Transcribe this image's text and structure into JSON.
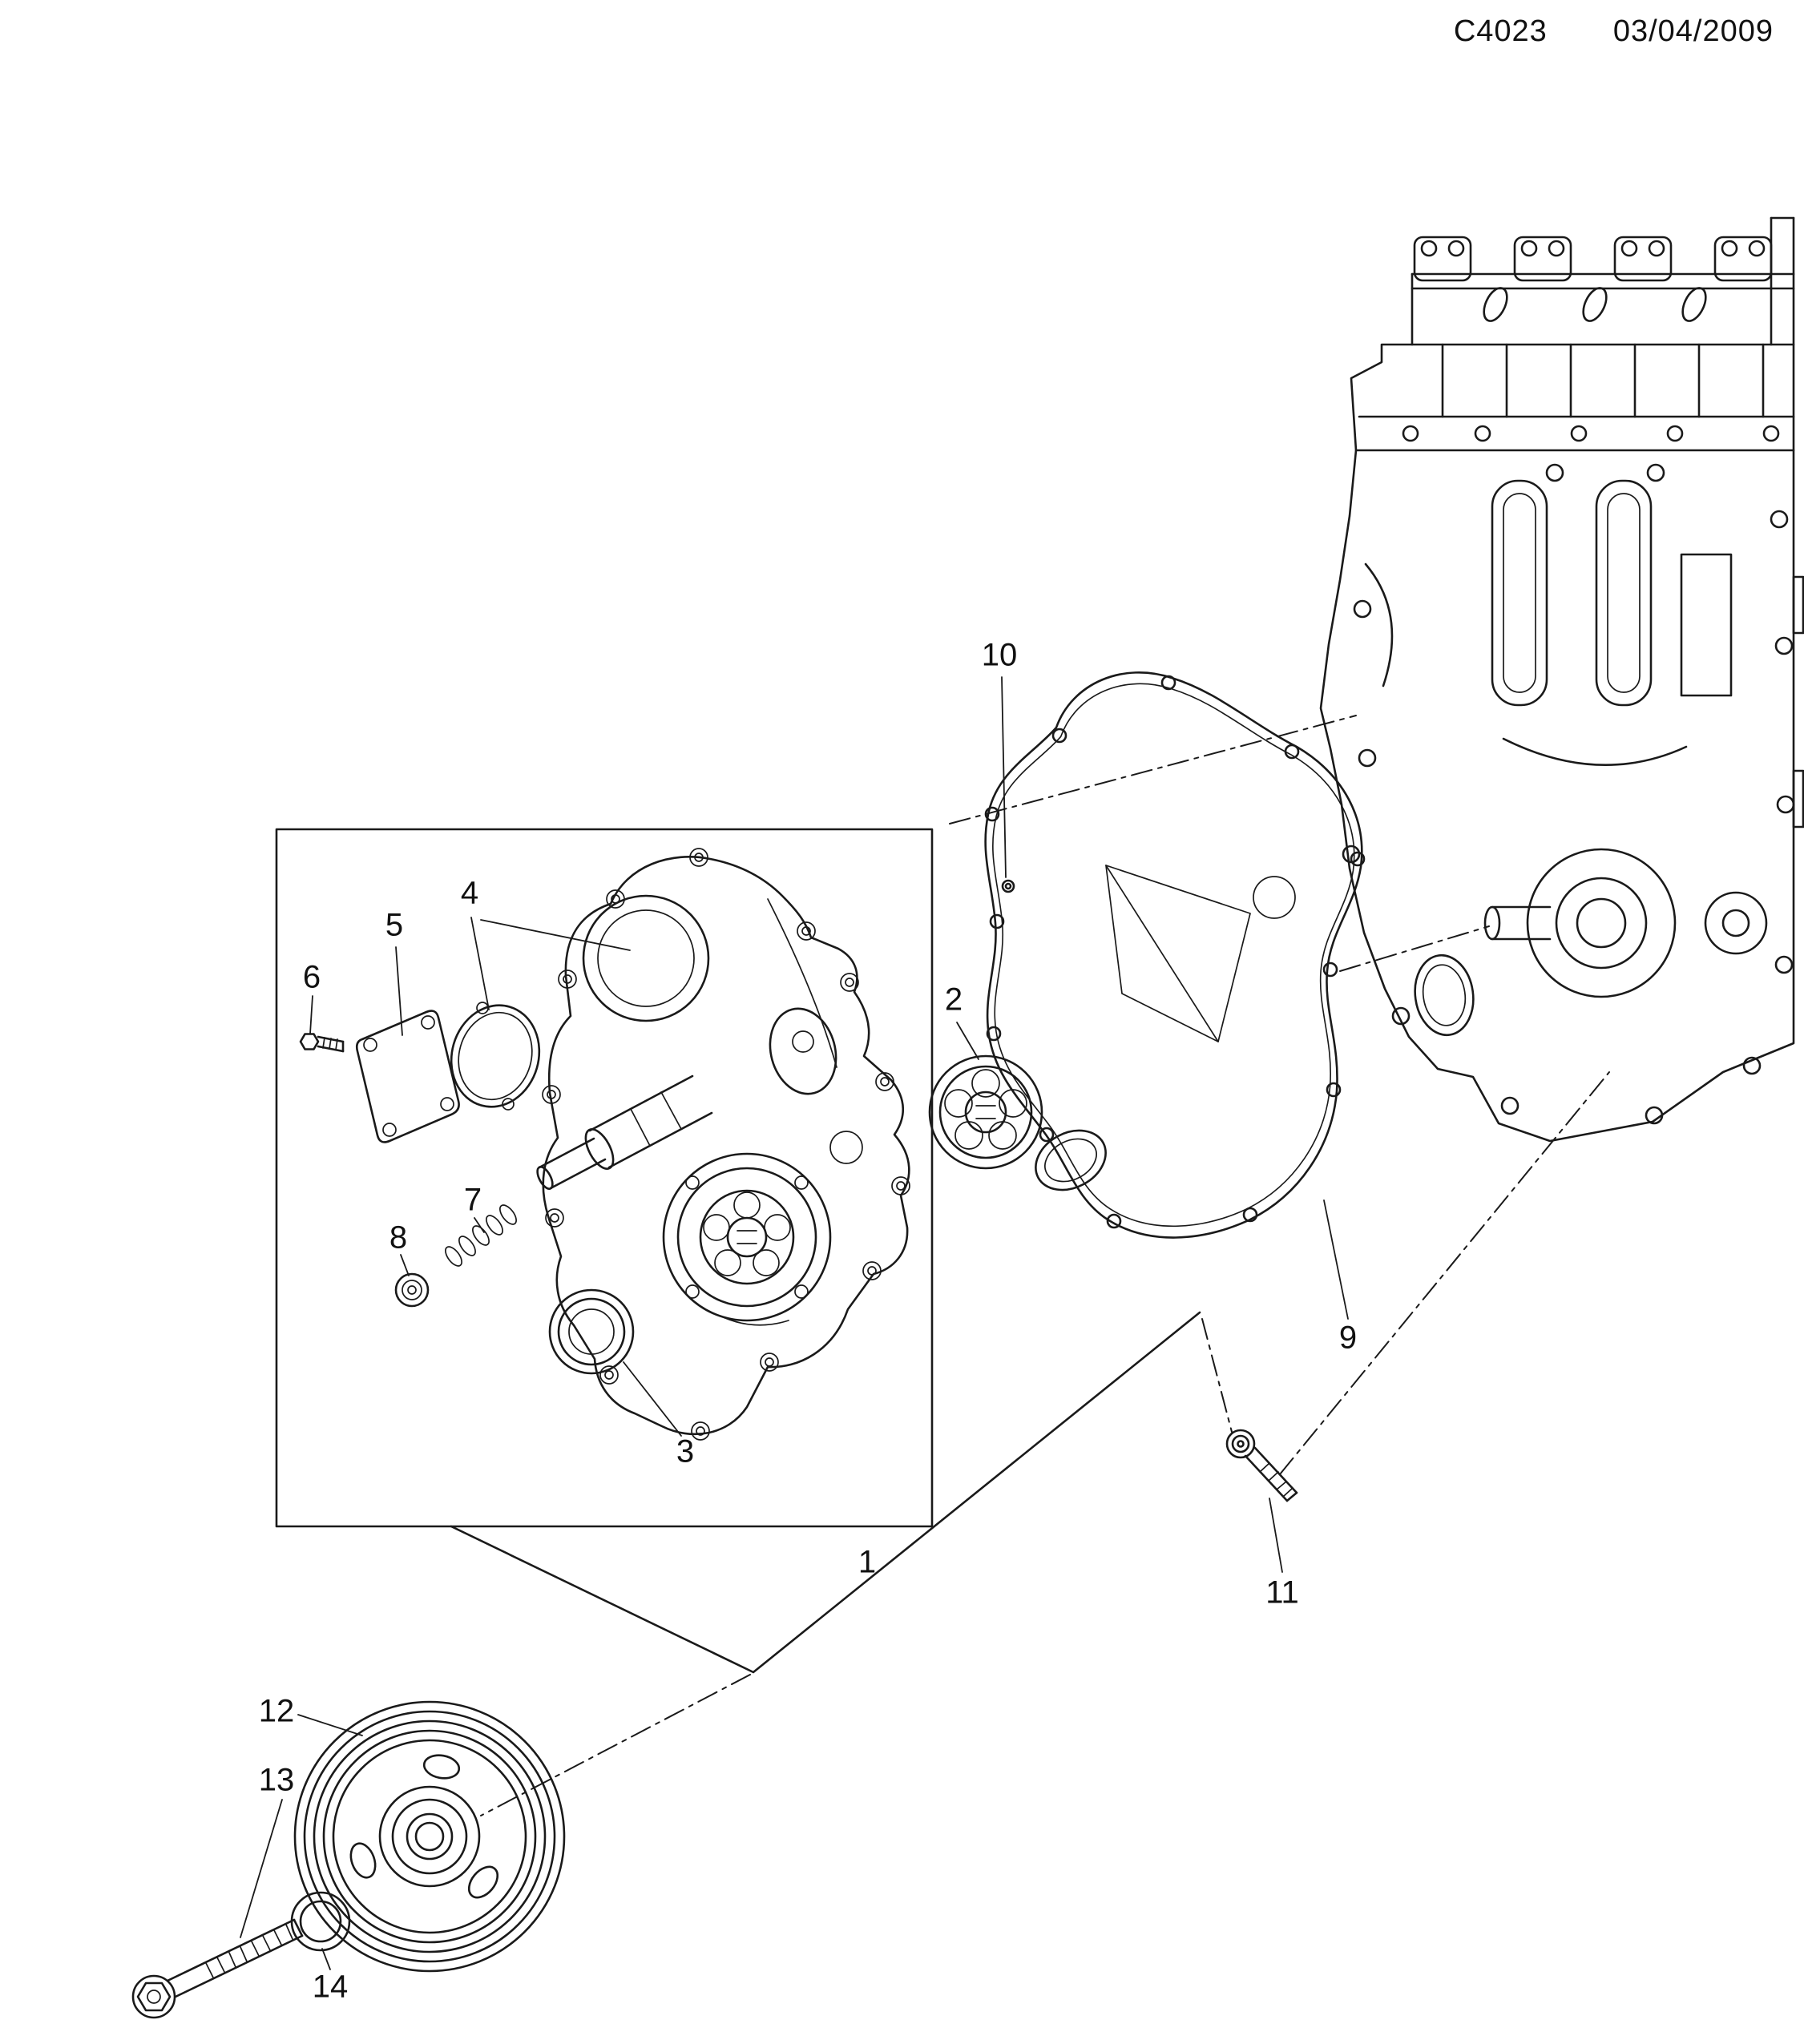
{
  "header": {
    "code": "C4023",
    "date": "03/04/2009"
  },
  "diagram": {
    "callouts": [
      {
        "label": "1"
      },
      {
        "label": "2"
      },
      {
        "label": "3"
      },
      {
        "label": "4"
      },
      {
        "label": "5"
      },
      {
        "label": "6"
      },
      {
        "label": "7"
      },
      {
        "label": "8"
      },
      {
        "label": "9"
      },
      {
        "label": "10"
      },
      {
        "label": "11"
      },
      {
        "label": "12"
      },
      {
        "label": "13"
      },
      {
        "label": "14"
      }
    ]
  },
  "colors": {
    "line": "#1a1a1a",
    "background": "#ffffff"
  }
}
